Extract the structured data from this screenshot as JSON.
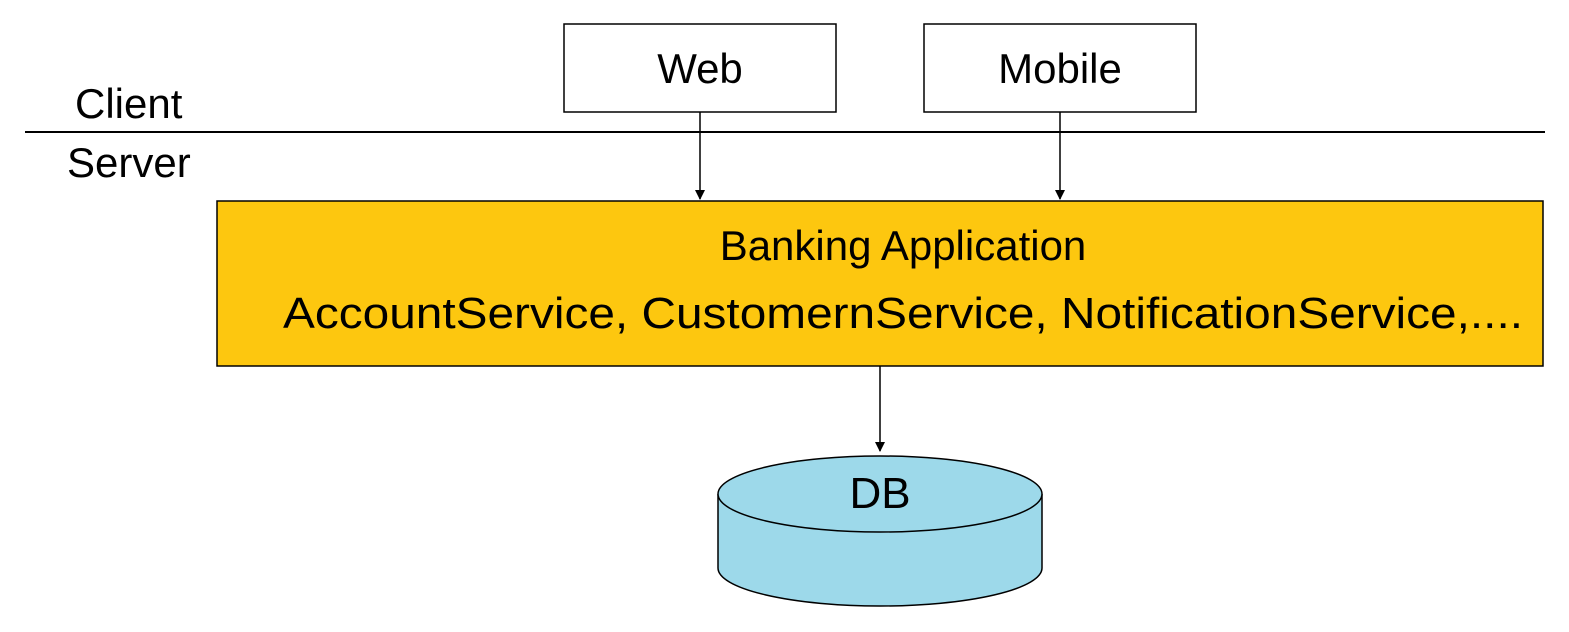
{
  "zones": {
    "client_label": "Client",
    "server_label": "Server"
  },
  "clients": {
    "web_label": "Web",
    "mobile_label": "Mobile"
  },
  "application": {
    "title": "Banking Application",
    "services": "AccountService, CustomernService, NotificationService,...."
  },
  "database": {
    "label": "DB"
  },
  "colors": {
    "application_fill": "#FDC70F",
    "database_fill": "#9DD9EA",
    "stroke": "#000000"
  }
}
